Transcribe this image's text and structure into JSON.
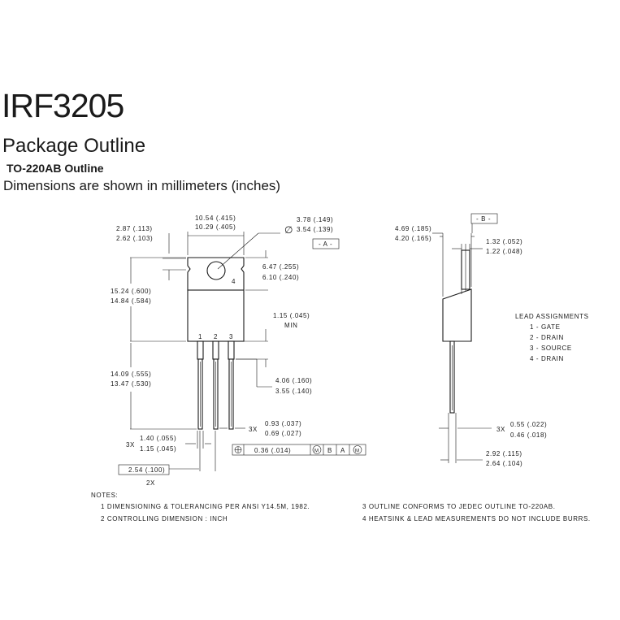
{
  "header": {
    "part_number": "IRF3205",
    "section": "Package Outline",
    "outline_name": "TO-220AB Outline",
    "units_note": "Dimensions are shown in millimeters (inches)"
  },
  "front_view": {
    "dim_height_tab_max": "2.87 (.113)",
    "dim_height_tab_min": "2.62 (.103)",
    "dim_width_max": "10.54 (.415)",
    "dim_width_min": "10.29 (.405)",
    "dim_hole_max": "3.78 (.149)",
    "dim_hole_min": "3.54 (.139)",
    "datum_a": "- A -",
    "dim_hole_center_max": "6.47 (.255)",
    "dim_hole_center_min": "6.10 (.240)",
    "dim_body_height_max": "15.24 (.600)",
    "dim_body_height_min": "14.84 (.584)",
    "dim_lead_shoulder": "1.15 (.045)",
    "dim_lead_shoulder_note": "MIN",
    "pin_1": "1",
    "pin_2": "2",
    "pin_3": "3",
    "pin_4": "4",
    "dim_lead_length_max": "14.09 (.555)",
    "dim_lead_length_min": "13.47 (.530)",
    "dim_lead_offset_max": "4.06 (.160)",
    "dim_lead_offset_min": "3.55 (.140)",
    "dim_lead_width_qty": "3X",
    "dim_lead_width_max": "0.93 (.037)",
    "dim_lead_width_min": "0.69 (.027)",
    "dim_lead_shoulder_width_qty": "3X",
    "dim_lead_shoulder_width_max": "1.40 (.055)",
    "dim_lead_shoulder_width_min": "1.15 (.045)",
    "tol_value": "0.36 (.014)",
    "tol_m1": "M",
    "tol_b": "B",
    "tol_a": "A",
    "tol_m2": "M",
    "dim_pitch": "2.54 (.100)",
    "dim_pitch_qty": "2X"
  },
  "side_view": {
    "dim_thick_max": "4.69 (.185)",
    "dim_thick_min": "4.20 (.165)",
    "datum_b": "- B -",
    "dim_tab_thick_max": "1.32 (.052)",
    "dim_tab_thick_min": "1.22 (.048)",
    "dim_lead_thick_qty": "3X",
    "dim_lead_thick_max": "0.55 (.022)",
    "dim_lead_thick_min": "0.46 (.018)",
    "dim_lead_offset_max": "2.92 (.115)",
    "dim_lead_offset_min": "2.64 (.104)"
  },
  "lead_assignments": {
    "title": "LEAD ASSIGNMENTS",
    "items": [
      "1 - GATE",
      "2 - DRAIN",
      "3 - SOURCE",
      "4 - DRAIN"
    ]
  },
  "notes": {
    "title": "NOTES:",
    "n1": "1  DIMENSIONING & TOLERANCING PER ANSI Y14.5M, 1982.",
    "n2": "2  CONTROLLING DIMENSION : INCH",
    "n3": "3  OUTLINE CONFORMS TO JEDEC OUTLINE TO-220AB.",
    "n4": "4  HEATSINK & LEAD MEASUREMENTS DO NOT INCLUDE BURRS."
  }
}
